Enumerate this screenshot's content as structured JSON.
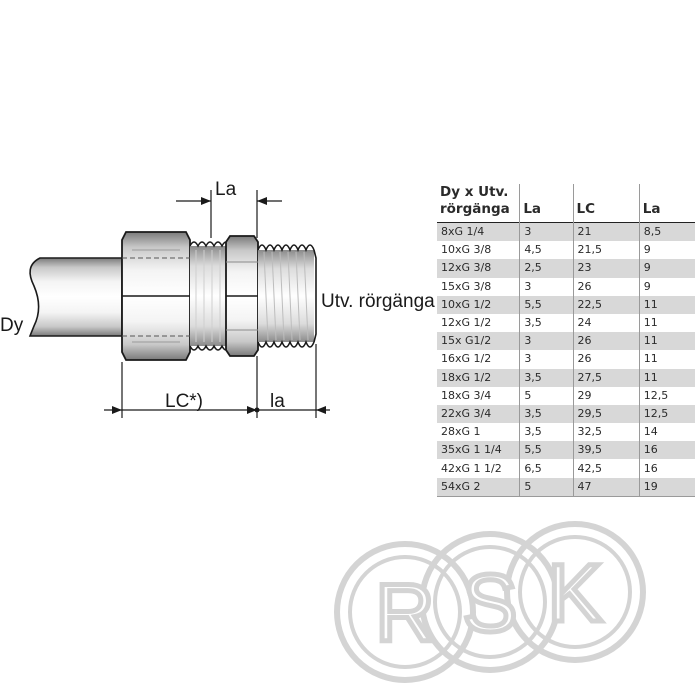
{
  "diagram": {
    "labels": {
      "la_top": "La",
      "dy": "Dy",
      "thread": "Utv. rörgänga",
      "lc": "LC*)",
      "la_bottom": "la"
    }
  },
  "table": {
    "headers": [
      "Dy x Utv. rörgänga",
      "La",
      "LC",
      "La"
    ],
    "rows": [
      [
        "8xG 1/4",
        "3",
        "21",
        "8,5"
      ],
      [
        "10xG 3/8",
        "4,5",
        "21,5",
        "9"
      ],
      [
        "12xG 3/8",
        "2,5",
        "23",
        "9"
      ],
      [
        "15xG 3/8",
        "3",
        "26",
        "9"
      ],
      [
        "10xG 1/2",
        "5,5",
        "22,5",
        "11"
      ],
      [
        "12xG 1/2",
        "3,5",
        "24",
        "11"
      ],
      [
        "15x G1/2",
        "3",
        "26",
        "11"
      ],
      [
        "16xG 1/2",
        "3",
        "26",
        "11"
      ],
      [
        "18xG 1/2",
        "3,5",
        "27,5",
        "11"
      ],
      [
        "18xG 3/4",
        "5",
        "29",
        "12,5"
      ],
      [
        "22xG 3/4",
        "3,5",
        "29,5",
        "12,5"
      ],
      [
        "28xG 1",
        "3,5",
        "32,5",
        "14"
      ],
      [
        "35xG 1 1/4",
        "5,5",
        "39,5",
        "16"
      ],
      [
        "42xG 1 1/2",
        "6,5",
        "42,5",
        "16"
      ],
      [
        "54xG 2",
        "5",
        "47",
        "19"
      ]
    ]
  },
  "logo": {
    "letters": [
      "R",
      "S",
      "K"
    ],
    "color": "#d4d4d4"
  },
  "colors": {
    "line": "#1a1a1a",
    "shade_dark": "#7a7a7a",
    "shade_light": "#f2f2f2",
    "row_shade": "#d8d8d8"
  }
}
